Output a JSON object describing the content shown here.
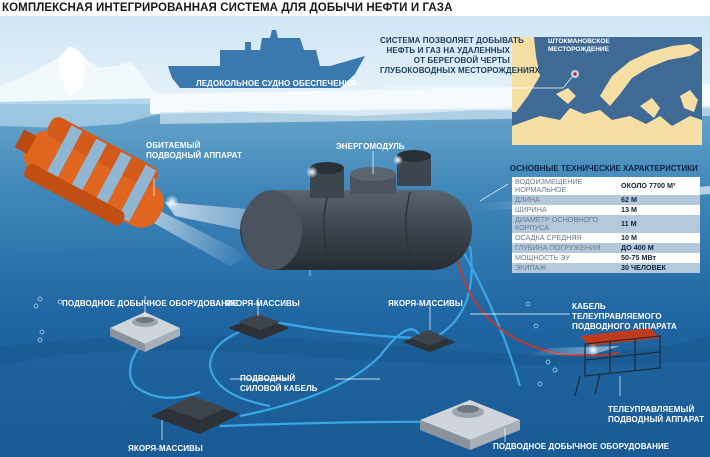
{
  "title": "КОМПЛЕКСНАЯ ИНТЕГРИРОВАННАЯ СИСТЕМА ДЛЯ ДОБЫЧИ НЕФТИ И ГАЗА",
  "description": {
    "lines": [
      "СИСТЕМА ПОЗВОЛЯЕТ ДОБЫВАТЬ",
      "НЕФТЬ И ГАЗ НА УДАЛЕННЫХ",
      "ОТ БЕРЕГОВОЙ ЧЕРТЫ",
      "ГЛУБОКОВОДНЫХ МЕСТОРОЖДЕНИЯХ"
    ]
  },
  "map": {
    "label_lines": [
      "ШТОКМАНОВСКОЕ",
      "МЕСТОРОЖДЕНИЕ"
    ],
    "sea_color": "#3f6a96",
    "land_color": "#f6dfa4",
    "marker_color": "#c0141c"
  },
  "labels": {
    "icebreaker": "ЛЕДОКОЛЬНОЕ СУДНО ОБЕСПЕЧЕНИЯ",
    "manned_sub_1": "ОБИТАЕМЫЙ",
    "manned_sub_2": "ПОДВОДНЫЙ АППАРАТ",
    "energy_module": "ЭНЕРГОМОДУЛЬ",
    "production_equipment_left": "ПОДВОДНОЕ ДОБЫЧНОЕ ОБОРУДОВАНИЕ",
    "anchors_center": "ЯКОРЯ-МАССИВЫ",
    "anchors_right": "ЯКОРЯ-МАССИВЫ",
    "anchors_bottom": "ЯКОРЯ-МАССИВЫ",
    "power_cable_1": "ПОДВОДНЫЙ",
    "power_cable_2": "СИЛОВОЙ КАБЕЛЬ",
    "rov_cable_1": "КАБЕЛЬ",
    "rov_cable_2": "ТЕЛЕУПРАВЛЯЕМОГО",
    "rov_cable_3": "ПОДВОДНОГО АППАРАТА",
    "rov_1": "ТЕЛЕУПРАВЛЯЕМЫЙ",
    "rov_2": "ПОДВОДНЫЙ АППАРАТ",
    "production_equipment_right": "ПОДВОДНОЕ ДОБЫЧНОЕ ОБОРУДОВАНИЕ"
  },
  "specs": {
    "title": "ОСНОВНЫЕ ТЕХНИЧЕСКИЕ ХАРАКТЕРИСТИКИ",
    "rows": [
      {
        "key": "ВОДОИЗМЕЩЕНИЕ НОРМАЛЬНОЕ",
        "value": "ОКОЛО 7700 М³"
      },
      {
        "key": "ДЛИНА",
        "value": "62 М"
      },
      {
        "key": "ШИРИНА",
        "value": "13 М"
      },
      {
        "key": "ДИАМЕТР ОСНОВНОГО КОРПУСА",
        "value": "11 М"
      },
      {
        "key": "ОСАДКА СРЕДНЯЯ",
        "value": "10 М"
      },
      {
        "key": "ГЛУБИНА ПОГРУЖЕНИЯ",
        "value": "ДО 400 М"
      },
      {
        "key": "МОЩНОСТЬ ЭУ",
        "value": "50-75 МВт"
      },
      {
        "key": "ЭКИПАЖ",
        "value": "30 ЧЕЛОВЕК"
      }
    ]
  },
  "colors": {
    "sky": "#cfe6f4",
    "water_top": "#5f9ec6",
    "water_deep": "#1a5c98",
    "submarine_orange": "#e0651f",
    "module_gray": "#3e4650",
    "cable_blue": "#3aa6e6",
    "cable_red": "#d8321e"
  }
}
